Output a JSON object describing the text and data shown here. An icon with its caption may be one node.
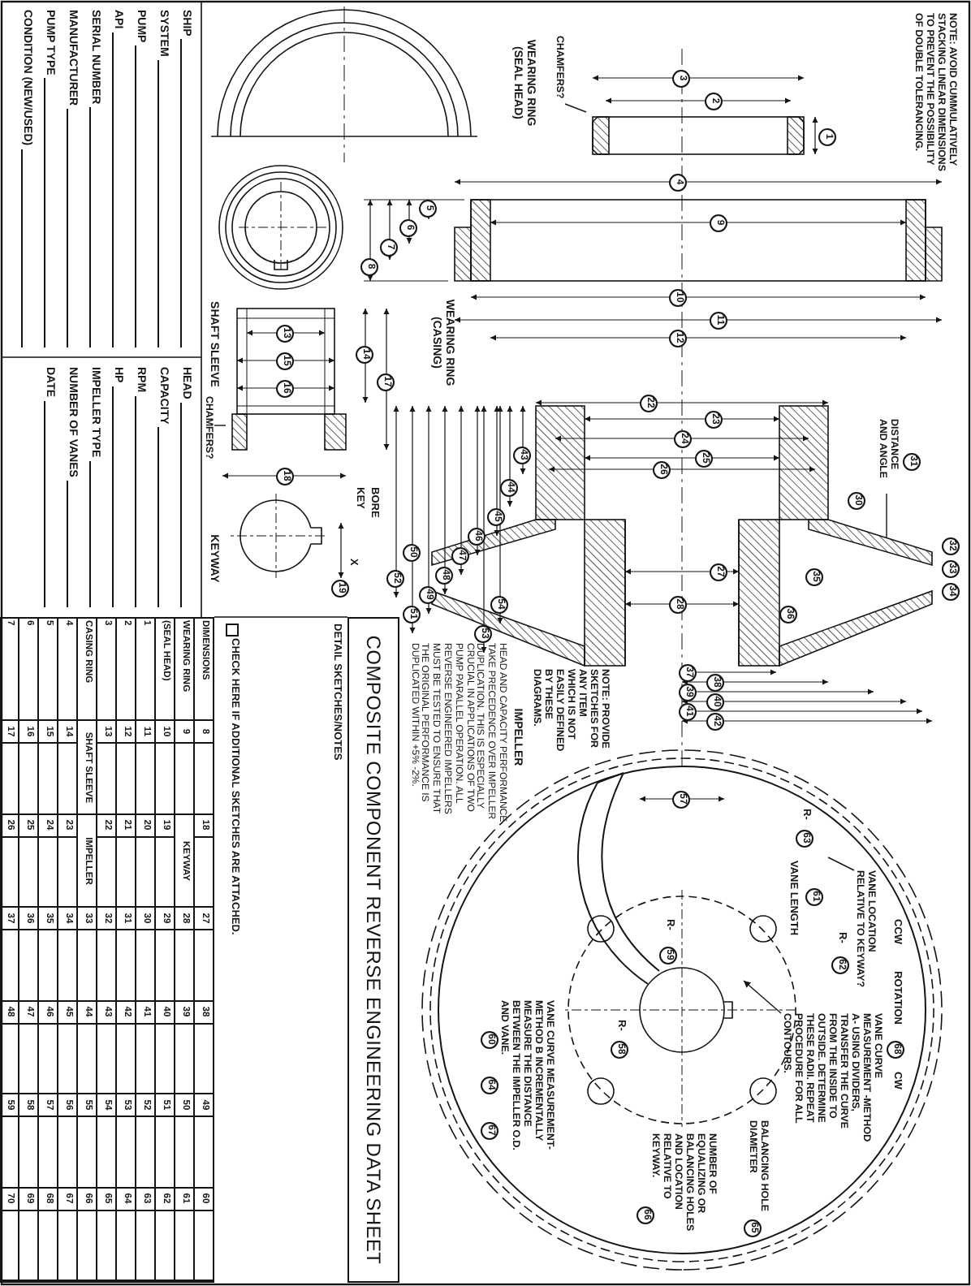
{
  "diagram": {
    "title": "COMPOSITE COMPONENT REVERSE ENGINEERING DATA SHEET",
    "nodes": [
      {
        "text": [
          "CHAMFERS?"
        ]
      },
      {
        "text": [
          "CHAMFERS?"
        ]
      },
      {
        "text": [
          "DISTANCE AND ANGLE"
        ]
      },
      {
        "text": [
          "VANE CURVE MEASUREMENT -METHOD A- USING DIVIDERS, TRANSFER THE CURVE FROM THE INSIDE TO OUTSIDE. DETERMINE THESE RADII. REPEAT PROCEDURE FOR ALL CONTOURS."
        ]
      },
      {
        "text": [
          "VANE LOCATION RELATIVE TO KEYWAY?"
        ]
      }
    ],
    "edges": [
      {
        "from": 0,
        "to": null,
        "arrow": "none"
      },
      {
        "from": 1,
        "to": null,
        "arrow": "none"
      },
      {
        "from": 2,
        "to": null,
        "arrow": "none"
      },
      {
        "from": 3,
        "to": null,
        "arrow": "to"
      },
      {
        "from": 4,
        "to": null,
        "arrow": "none"
      }
    ],
    "labels": [
      "NOTE: AVOID CUMMULATIVELY STACKING LINEAR DIMENSIONS TO PREVENT THE POSSIBILITY OF DOUBLE TOLERANCING.",
      "WEARING RING (SEAL HEAD)",
      "WEARING RING (CASING)",
      "SHAFT SLEEVE",
      "KEYWAY",
      "BORE",
      "KEY",
      "X",
      "1",
      "2",
      "3",
      "4",
      "5",
      "6",
      "7",
      "8",
      "9",
      "10",
      "11",
      "12",
      "13",
      "14",
      "15",
      "16",
      "17",
      "18",
      "19",
      "22",
      "23",
      "24",
      "25",
      "26",
      "27",
      "28",
      "30",
      "31",
      "32",
      "33",
      "34",
      "35",
      "36",
      "37",
      "38",
      "39",
      "40",
      "41",
      "42",
      "43",
      "44",
      "45",
      "46",
      "47",
      "48",
      "49",
      "50",
      "51",
      "52",
      "53",
      "54",
      "IMPELLER",
      "HEAD AND CAPACITY PERFORMANCE TAKE PRECEDENCE OVER IMPELLER DUPLICATION. THIS IS ESPECIALLY CRUCIAL IN APPLICATIONS OF TWO PUMP PARALLEL OPERATION. ALL REVERSE ENGINEERED IMPELLERS MUST BE TESTED TO ENSURE THAT THE ORIGINAL PERFORMANCE IS DUPLICATED WITHIN +5% -2%.",
      "NOTE: PROVIDE SKETCHES FOR ANY ITEM WHICH IS NOT EASILY DEFINED BY THESE DIAGRAMS.",
      "CCW",
      "ROTATION",
      "68",
      "CW",
      "R-",
      "62",
      "R-",
      "63",
      "61",
      "VANE LENGTH",
      "57",
      "R-",
      "59",
      "R-",
      "58",
      "BALANCING HOLE DIAMETER",
      "65",
      "NUMBER OF EQUALIZING OR BALANCING HOLES AND LOCATION RELATIVE TO KEYWAY.",
      "66",
      "VANE CURVE MEASUREMENT-METHOD B INCREMENTALLY MEASURE THE DISTANCE BETWEEN THE IMPELLER O.D. AND VANE.",
      "60",
      "64",
      "67",
      "DETAIL SKETCHES/NOTES",
      "CHECK HERE IF ADDITIONAL SKETCHES ARE ATTACHED.",
      "SHIP",
      "SYSTEM",
      "PUMP",
      "API",
      "SERIAL NUMBER",
      "MANUFACTURER",
      "PUMP TYPE",
      "CONDITION (NEW/USED)",
      "HEAD",
      "CAPACITY",
      "RPM",
      "HP",
      "IMPELLER TYPE",
      "NUMBER OF VANES",
      "DATE",
      "DIMENSIONS",
      "8",
      "18",
      "27",
      "38",
      "49",
      "60",
      "WEARING RING",
      "9",
      "KEYWAY",
      "28",
      "39",
      "50",
      "61",
      "(SEAL HEAD)",
      "10",
      "19",
      "29",
      "40",
      "51",
      "62",
      "1",
      "11",
      "20",
      "30",
      "41",
      "52",
      "63",
      "2",
      "12",
      "21",
      "31",
      "42",
      "53",
      "64",
      "3",
      "13",
      "22",
      "32",
      "43",
      "54",
      "65",
      "CASING RING",
      "SHAFT SLEEVE",
      "IMPELLER",
      "33",
      "44",
      "55",
      "66",
      "4",
      "14",
      "23",
      "34",
      "45",
      "56",
      "67",
      "5",
      "15",
      "24",
      "35",
      "46",
      "57",
      "68",
      "6",
      "16",
      "25",
      "36",
      "47",
      "58",
      "69",
      "7",
      "17",
      "26",
      "37",
      "48",
      "59",
      "70"
    ]
  }
}
